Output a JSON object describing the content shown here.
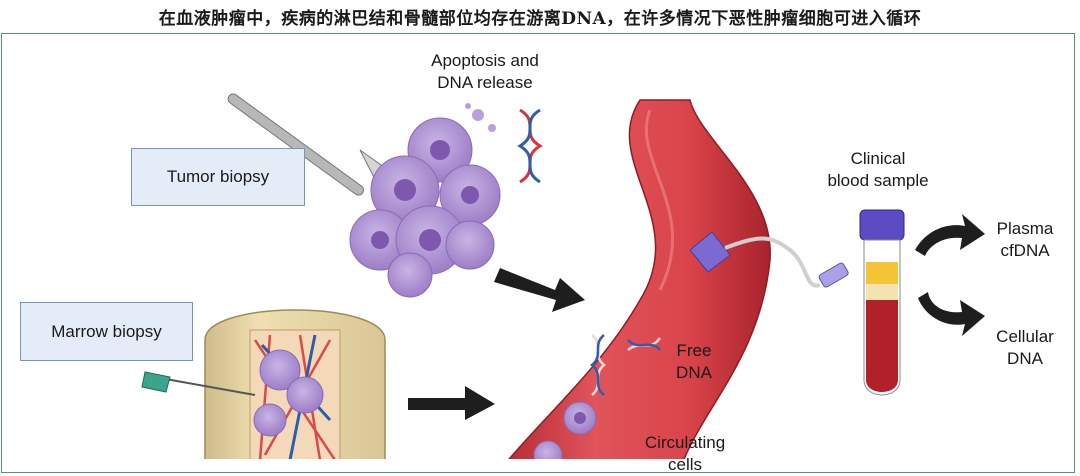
{
  "caption": "在血液肿瘤中，疾病的淋巴结和骨髓部位均存在游离DNA，在许多情况下恶性肿瘤细胞可进入循环",
  "labels": {
    "tumor_biopsy": "Tumor biopsy",
    "marrow_biopsy": "Marrow biopsy",
    "apoptosis_line1": "Apoptosis and",
    "apoptosis_line2": "DNA release",
    "clinical_line1": "Clinical",
    "clinical_line2": "blood sample",
    "plasma_line1": "Plasma",
    "plasma_line2": "cfDNA",
    "cellular_line1": "Cellular",
    "cellular_line2": "DNA",
    "free_line1": "Free",
    "free_line2": "DNA",
    "circulating_line1": "Circulating",
    "circulating_line2": "cells"
  },
  "colors": {
    "frame": "#4f9a78",
    "vessel": "#d9444a",
    "cell": "#a98bcf",
    "box_fill": "#e4ecf7",
    "arrow": "#1e1e1e"
  }
}
